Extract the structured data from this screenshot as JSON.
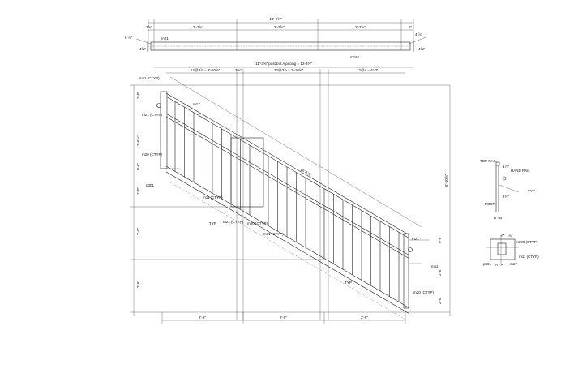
{
  "plan": {
    "overall": "13'-2⅝\"",
    "seg_left": "2⅝\"",
    "seg1": "3'-2⅝\"",
    "seg2": "3'-2⅝\"",
    "seg3": "3'-2⅝\"",
    "seg_right": "6\"",
    "slope_left": "6 ⅞\"",
    "slope_right": "4 ⅞\"",
    "tag_top": "m21",
    "tag_bottom": "m161",
    "depth_l": "4⅝\"",
    "depth_r": "4⅝\""
  },
  "elevation": {
    "top_dim": "11'-3⅝\" post/bot./spacing = 12-3⅝\"",
    "spacing1": "12@3⅞ = 3'-10⅝\"",
    "spacing2": "12@3⅞ = 3'-10⅝\"",
    "spacing3": "12@4 = 4'-0\"",
    "gap": "2⅝\"",
    "diag": "15'-1⅞\"",
    "right_height": "6'-10⅞\"",
    "left_dims": [
      "2'-0\"",
      "2'-6⅝\"",
      "0'-6\"",
      "1'-0\"",
      "2'-6\"",
      "2'-6\""
    ],
    "bottom_dims": [
      "2'-6\"",
      "2'-6\"",
      "2'-6\""
    ],
    "right_dims": [
      "0'-6\"",
      "2'-6\"",
      "2'-0\""
    ],
    "tags": [
      "m11 (CTYP)",
      "m17",
      "m21 (CTYP)",
      "m20 (CTYP)",
      "p301",
      "m11 (CTYP)",
      "TYP",
      "m21 (CTYP)",
      "m20 (CTYP)",
      "m11 (CTYP)",
      "TYP",
      "m20 (CTYP)",
      "m11",
      "m21"
    ]
  },
  "section_b": {
    "title": "B - B",
    "top_rail": "TOP RAIL",
    "hand_rail": "HAND RAIL",
    "typ": "TYP",
    "post": "POST",
    "d1": "1⅞\"",
    "d2": "2⅝\""
  },
  "section_a": {
    "title": "A - A",
    "tag1": "m300 (CTYP)",
    "tag2": "p301",
    "tag3": "m17",
    "tag4": "m11 (CTYP)",
    "d1": "⅞\"",
    "d2": "⅞\""
  }
}
